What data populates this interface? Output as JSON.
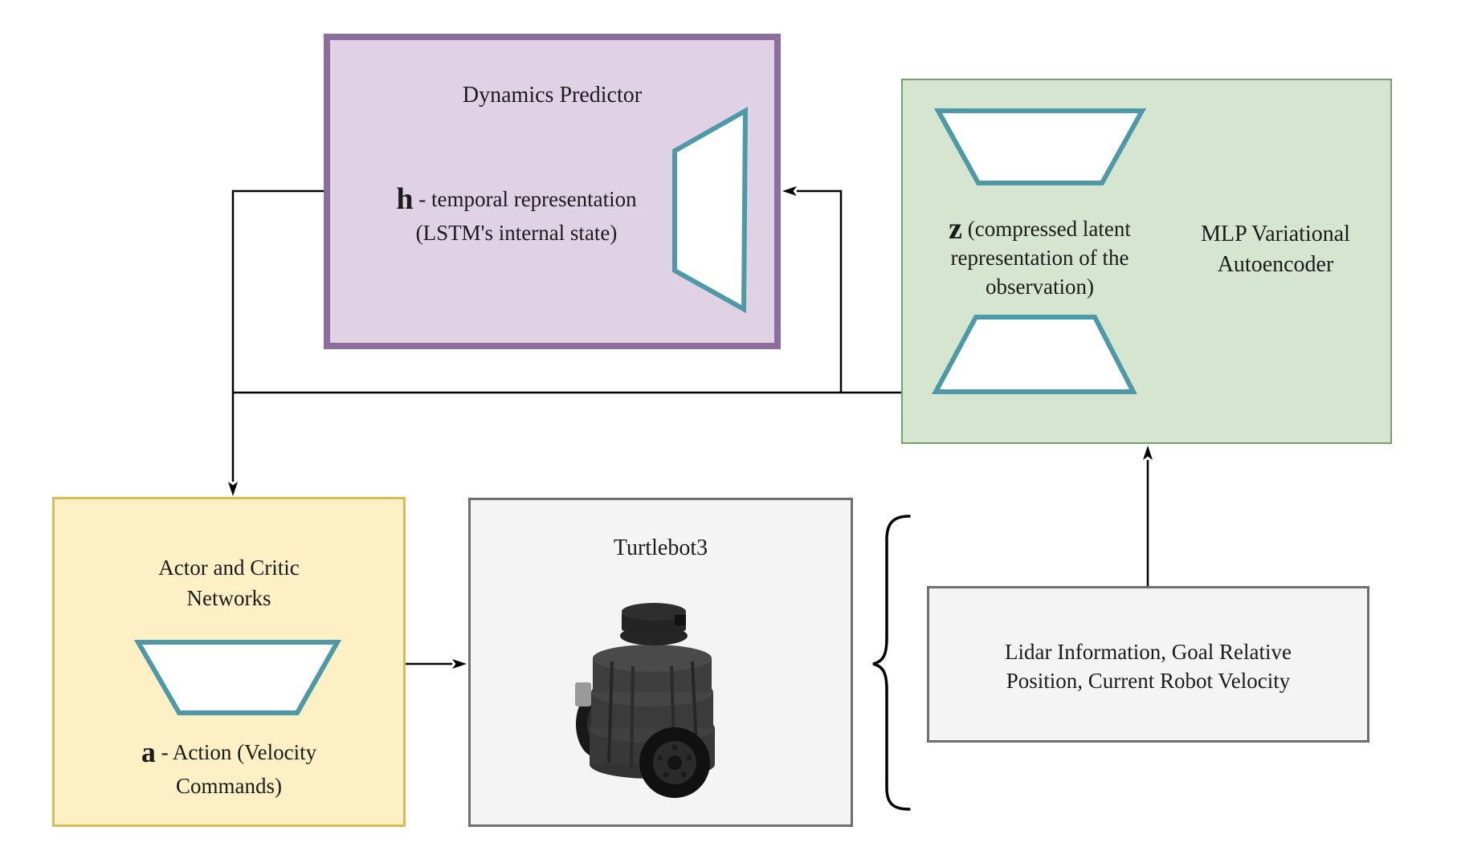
{
  "diagram": {
    "dynamics_predictor": {
      "title": "Dynamics Predictor",
      "symbol": "h",
      "desc_line1": "- temporal representation",
      "desc_line2": "(LSTM's internal state)"
    },
    "vae": {
      "symbol": "z",
      "desc_line1": "(compressed latent",
      "desc_line2": "representation of the",
      "desc_line3": "observation)",
      "title_line1": "MLP Variational",
      "title_line2": "Autoencoder"
    },
    "actor_critic": {
      "title_line1": "Actor and Critic",
      "title_line2": "Networks",
      "symbol": "a",
      "desc_line1": "- Action (Velocity",
      "desc_line2": "Commands)"
    },
    "turtlebot": {
      "title": "Turtlebot3"
    },
    "observation_box": {
      "line1": "Lidar Information, Goal Relative",
      "line2": "Position, Current Robot Velocity"
    }
  },
  "colors": {
    "purple_fill": "#ded2e4",
    "purple_border": "#8d6c9e",
    "green_fill": "#d5e5cf",
    "green_border": "#76a06c",
    "yellow_fill": "#fdf0c5",
    "yellow_border": "#d8bc56",
    "gray_fill": "#f4f4f4",
    "gray_border": "#6e6e6e",
    "trapezoid_stroke": "#4e99a8",
    "arrow": "#000000",
    "text": "#1b1b1b"
  }
}
